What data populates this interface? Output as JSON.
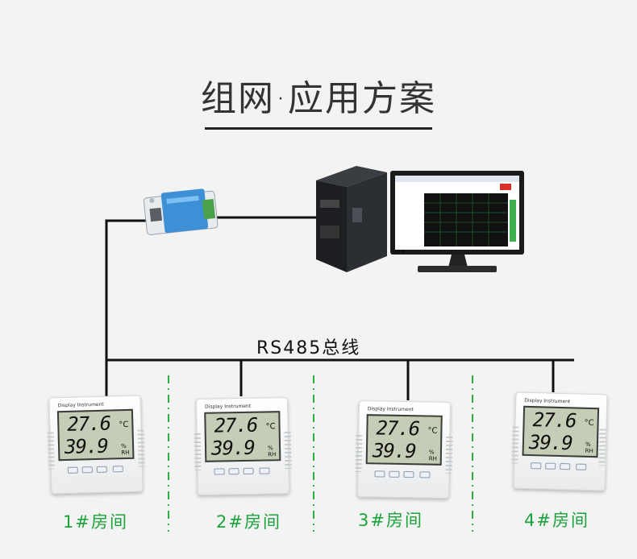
{
  "title": "组网·应用方案",
  "bus_label": "RS485总线",
  "devices": [
    {
      "brand": "Display Instrument",
      "temperature": "27.6",
      "temp_unit": "°C",
      "humidity": "39.9",
      "hum_unit": "%",
      "hum_sub": "RH",
      "room": "1#房间"
    },
    {
      "brand": "Display Instrument",
      "temperature": "27.6",
      "temp_unit": "°C",
      "humidity": "39.9",
      "hum_unit": "%",
      "hum_sub": "RH",
      "room": "2#房间"
    },
    {
      "brand": "Display Instrument",
      "temperature": "27.6",
      "temp_unit": "°C",
      "humidity": "39.9",
      "hum_unit": "%",
      "hum_sub": "RH",
      "room": "3#房间"
    },
    {
      "brand": "Display Instrument",
      "temperature": "27.6",
      "temp_unit": "°C",
      "humidity": "39.9",
      "hum_unit": "%",
      "hum_sub": "RH",
      "room": "4#房间"
    }
  ],
  "colors": {
    "line": "#111111",
    "divider": "#2fae3f",
    "room_label": "#1aa33a",
    "converter": "#3d8fd6"
  },
  "icons": [
    "converter-icon",
    "pc-tower-icon",
    "monitor-icon",
    "sensor-device-icon"
  ]
}
